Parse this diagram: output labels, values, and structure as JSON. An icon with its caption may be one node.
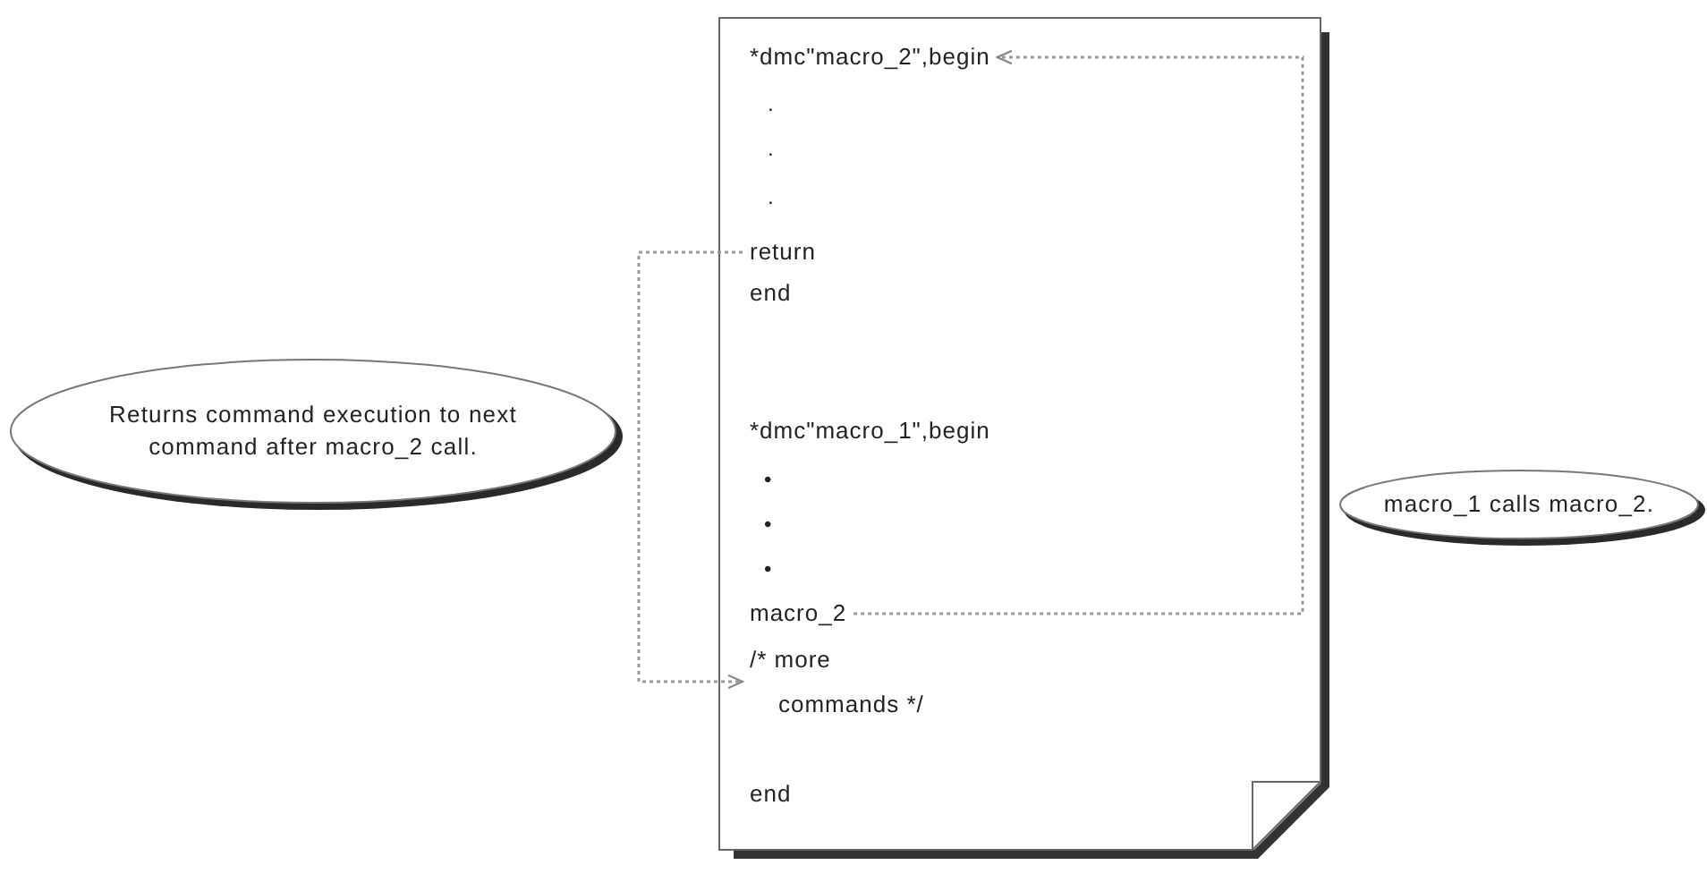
{
  "diagram": {
    "nodes": [
      {
        "text": [],
        "shape": "document"
      },
      {
        "text": [
          "*dmc\"macro_2\",begin"
        ],
        "in": 0
      },
      {
        "text": [
          "return"
        ],
        "in": 0
      },
      {
        "text": [
          "end"
        ],
        "in": 0
      },
      {
        "text": [
          "*dmc\"macro_1\",begin"
        ],
        "in": 0
      },
      {
        "text": [
          "macro_2"
        ],
        "in": 0
      },
      {
        "text": [
          "/* more commands */"
        ],
        "in": 0
      },
      {
        "text": [
          "end"
        ],
        "in": 0
      },
      {
        "text": [
          "Returns command execution to next command after macro_2 call."
        ]
      },
      {
        "text": [
          "macro_1 calls macro_2."
        ]
      }
    ],
    "edges": [
      {
        "from": 5,
        "to": 1,
        "arrow": "to",
        "style": "dashed"
      },
      {
        "from": 2,
        "to": 6,
        "arrow": "to",
        "style": "dashed"
      }
    ],
    "labels": [
      ".",
      ".",
      ".",
      "•",
      "•",
      "•"
    ]
  }
}
